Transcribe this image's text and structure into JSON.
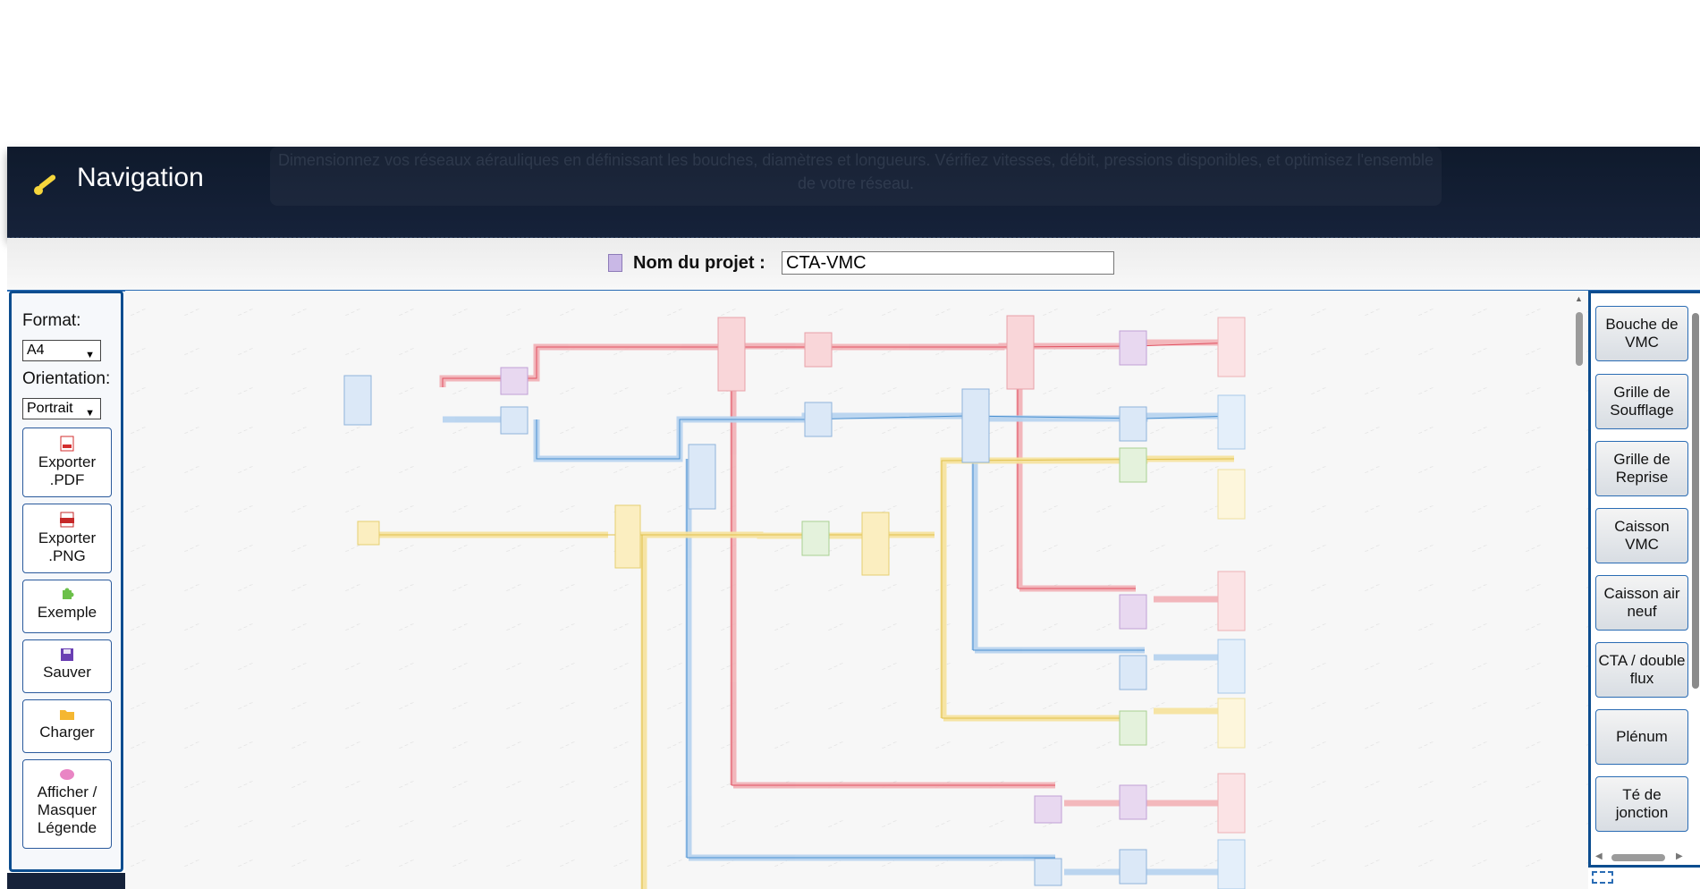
{
  "nav": {
    "title": "Navigation",
    "ghost_text": "Dimensionnez vos réseaux aérauliques en définissant les bouches, diamètres et longueurs. Vérifiez vitesses, débit, pressions disponibles, et optimisez l'ensemble de votre réseau."
  },
  "project": {
    "label": "Nom du projet :",
    "value": "CTA-VMC"
  },
  "left_panel": {
    "format_label": "Format:",
    "format_value": "A4",
    "orientation_label": "Orientation:",
    "orientation_value": "Portrait",
    "buttons": [
      {
        "label": "Exporter .PDF",
        "icon": "pdf-icon"
      },
      {
        "label": "Exporter .PNG",
        "icon": "png-icon"
      },
      {
        "label": "Exemple",
        "icon": "puzzle-icon"
      },
      {
        "label": "Sauver",
        "icon": "floppy-icon"
      },
      {
        "label": "Charger",
        "icon": "folder-icon"
      },
      {
        "label": "Afficher / Masquer Légende",
        "icon": "brain-icon"
      }
    ]
  },
  "palette": {
    "items": [
      "Bouche de VMC",
      "Grille de Soufflage",
      "Grille de Reprise",
      "Caisson VMC",
      "Caisson air neuf",
      "CTA / double flux",
      "Plénum",
      "Té de jonction"
    ]
  },
  "colors": {
    "navbar": "#16223a",
    "border_blue": "#0c4d8f",
    "duct_red": "#f2b9bd",
    "duct_blue": "#bcd7f0",
    "duct_yellow": "#f7e6a6",
    "duct_green": "#cfe8c4"
  }
}
